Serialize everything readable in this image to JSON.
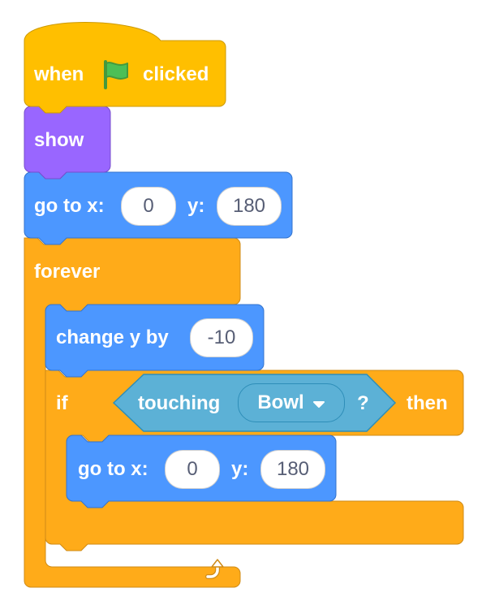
{
  "colors": {
    "events": "#ffbf00",
    "events_dark": "#cc9900",
    "looks": "#9966ff",
    "looks_dark": "#774dcb",
    "motion": "#4c97ff",
    "motion_dark": "#3373cc",
    "control": "#ffab19",
    "control_dark": "#cf8b17",
    "sensing": "#5cb1d6",
    "sensing_dark": "#2e8eb8",
    "flag": "#4cbf56"
  },
  "script": {
    "hat": {
      "label_when": "when",
      "flag_icon": "green-flag-icon",
      "label_clicked": "clicked"
    },
    "show": {
      "label": "show"
    },
    "goto1": {
      "label_x": "go to x:",
      "x": "0",
      "label_y": "y:",
      "y": "180"
    },
    "forever": {
      "label": "forever",
      "loop_icon": "loop-arrow-icon"
    },
    "change_y": {
      "label": "change y by",
      "value": "-10"
    },
    "if_block": {
      "label_if": "if",
      "condition": {
        "label": "touching",
        "menu_value": "Bowl",
        "dropdown_icon": "dropdown-arrow-icon",
        "label_q": "?"
      },
      "label_then": "then"
    },
    "goto2": {
      "label_x": "go to x:",
      "x": "0",
      "label_y": "y:",
      "y": "180"
    }
  }
}
